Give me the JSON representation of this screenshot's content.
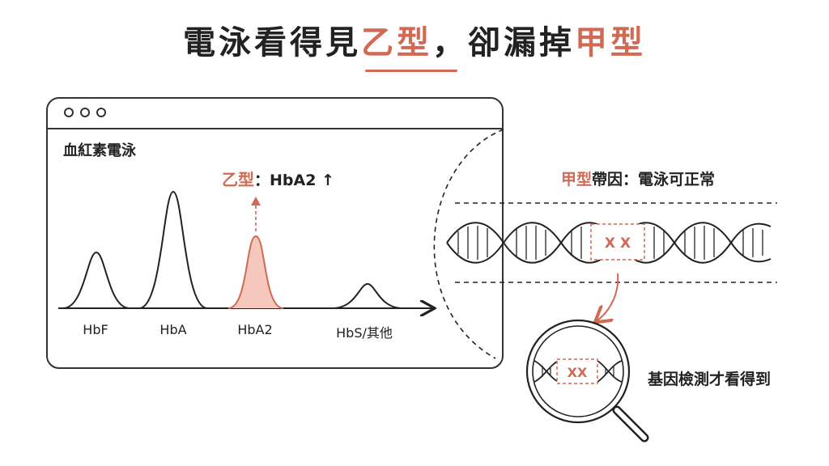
{
  "title": {
    "part1": "電泳看得見",
    "part2": "乙型",
    "part3": "，卻漏掉",
    "part4": "甲型"
  },
  "panel": {
    "title": "血紅素電泳",
    "annotation_accent": "乙型",
    "annotation_text": "：HbA2 ↑",
    "peaks": [
      "HbF",
      "HbA",
      "HbA2",
      "HbS/其他"
    ]
  },
  "dna": {
    "label_accent": "甲型",
    "label_text": "帶因：電泳可正常",
    "marks": "X X"
  },
  "magnifier": {
    "marks": "XX",
    "label": "基因檢測才看得到"
  },
  "colors": {
    "accent": "#d06a55",
    "ink": "#222222",
    "highlight_fill": "#f6c8bd"
  }
}
